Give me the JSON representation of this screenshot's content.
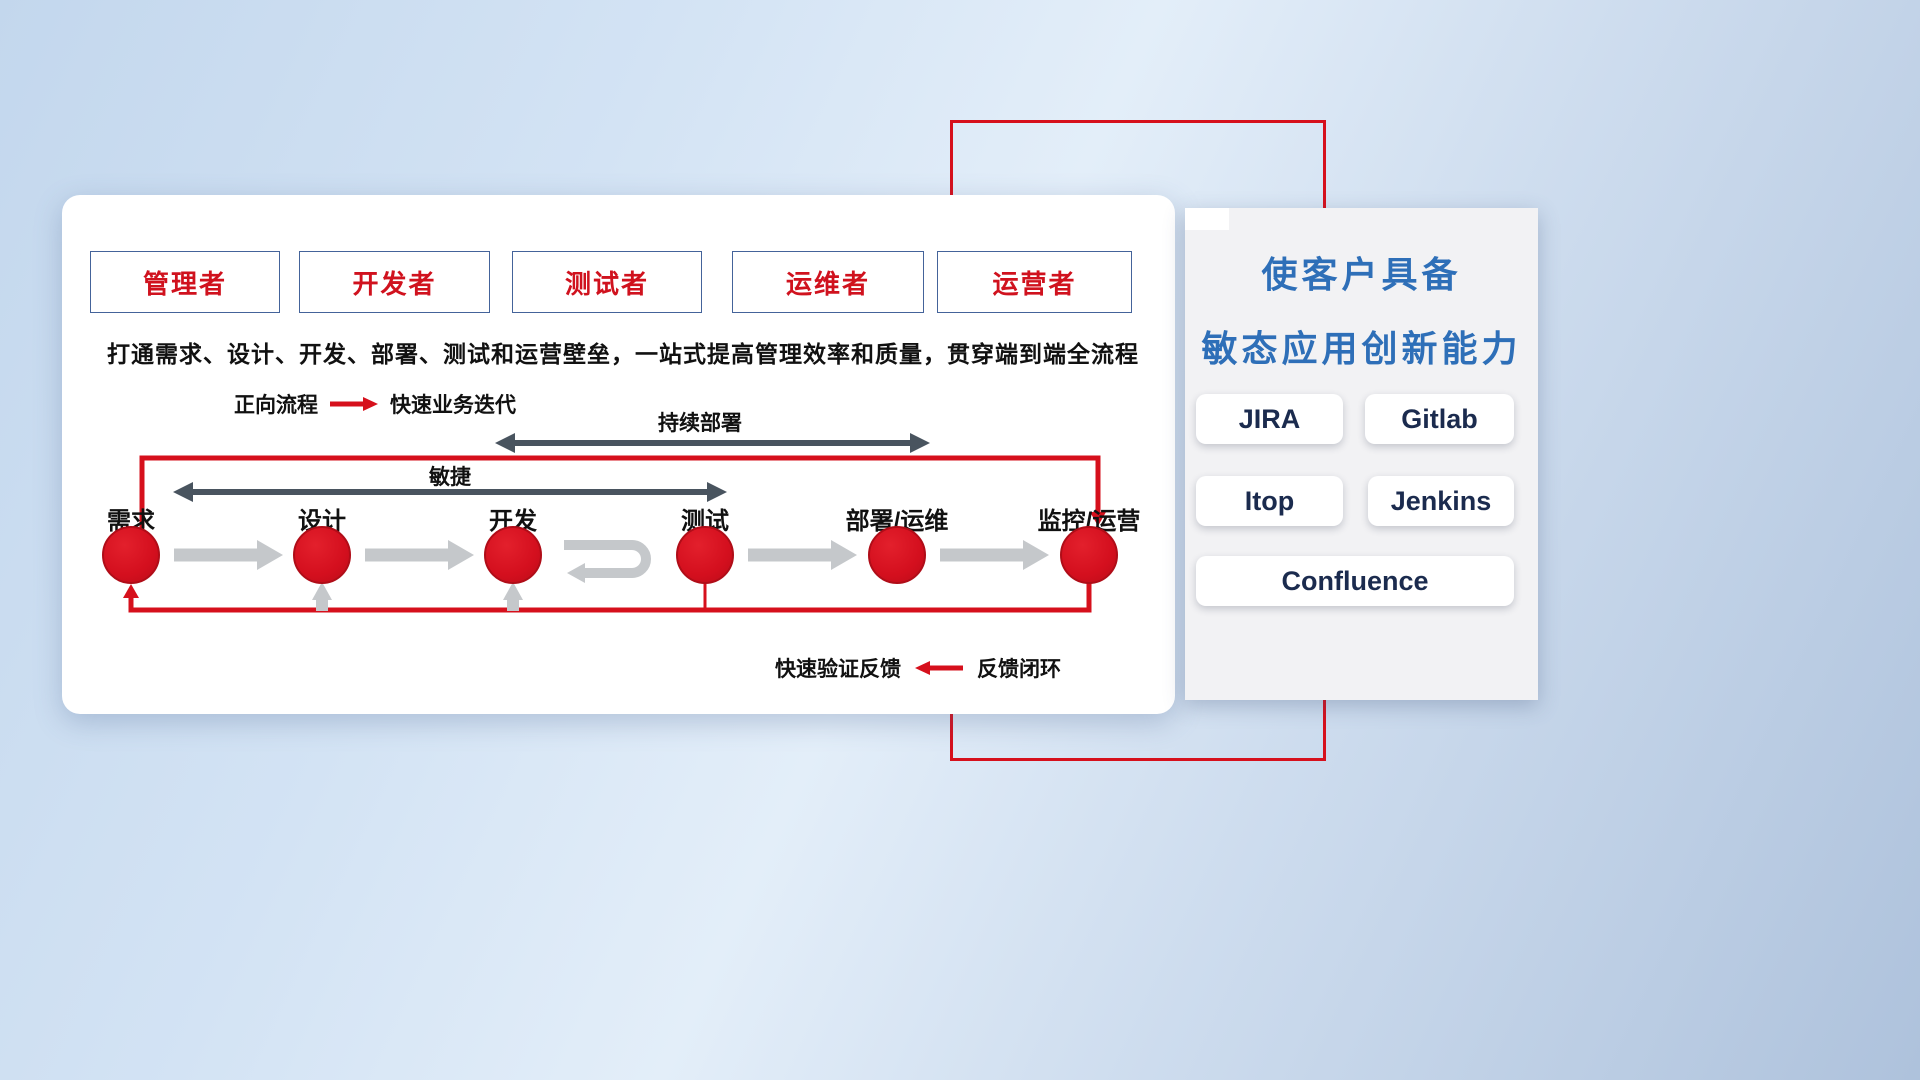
{
  "colors": {
    "red": "#d6101c",
    "title_blue": "#2e6fb8",
    "tool_navy": "#1b2b4e",
    "gray_arrow": "#c5c8cb",
    "dark_arrow": "#49545f"
  },
  "card": {
    "roles": [
      {
        "label": "管理者"
      },
      {
        "label": "开发者"
      },
      {
        "label": "测试者"
      },
      {
        "label": "运维者"
      },
      {
        "label": "运营者"
      }
    ],
    "description": "打通需求、设计、开发、部署、测试和运营壁垒，一站式提高管理效率和质量，贯穿端到端全流程",
    "forward_legend": {
      "label": "正向流程",
      "value": "快速业务迭代"
    },
    "continuous_deploy_label": "持续部署",
    "agile_label": "敏捷",
    "stages": [
      {
        "label": "需求"
      },
      {
        "label": "设计"
      },
      {
        "label": "开发"
      },
      {
        "label": "测试"
      },
      {
        "label": "部署/运维"
      },
      {
        "label": "监控/运营"
      }
    ],
    "feedback_legend": {
      "label": "快速验证反馈",
      "value": "反馈闭环"
    }
  },
  "panel": {
    "title_line1": "使客户具备",
    "title_line2": "敏态应用创新能力",
    "tools": [
      {
        "label": "JIRA"
      },
      {
        "label": "Gitlab"
      },
      {
        "label": "Itop"
      },
      {
        "label": "Jenkins"
      },
      {
        "label": "Confluence"
      }
    ]
  }
}
